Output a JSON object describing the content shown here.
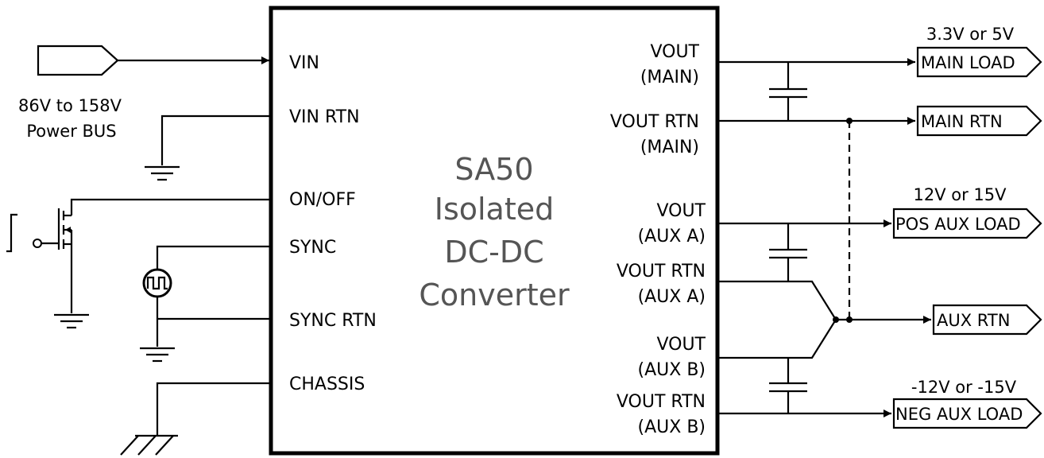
{
  "input": {
    "voltage": "86V to 158V",
    "bus": "Power BUS"
  },
  "converter": {
    "line1": "SA50",
    "line2": "Isolated",
    "line3": "DC-DC",
    "line4": "Converter"
  },
  "pins_left": {
    "vin": "VIN",
    "vin_rtn": "VIN RTN",
    "on_off": "ON/OFF",
    "sync": "SYNC",
    "sync_rtn": "SYNC RTN",
    "chassis": "CHASSIS"
  },
  "pins_right": {
    "vout_main_1": "VOUT",
    "vout_main_2": "(MAIN)",
    "vout_rtn_main_1": "VOUT RTN",
    "vout_rtn_main_2": "(MAIN)",
    "vout_auxa_1": "VOUT",
    "vout_auxa_2": "(AUX A)",
    "vout_rtn_auxa_1": "VOUT RTN",
    "vout_rtn_auxa_2": "(AUX A)",
    "vout_auxb_1": "VOUT",
    "vout_auxb_2": "(AUX B)",
    "vout_rtn_auxb_1": "VOUT RTN",
    "vout_rtn_auxb_2": "(AUX B)"
  },
  "outputs": {
    "main_voltage": "3.3V or 5V",
    "main_load": "MAIN LOAD",
    "main_rtn": "MAIN RTN",
    "pos_voltage": "12V or 15V",
    "pos_load": "POS AUX LOAD",
    "aux_rtn": "AUX RTN",
    "neg_voltage": "-12V or -15V",
    "neg_load": "NEG AUX LOAD"
  }
}
